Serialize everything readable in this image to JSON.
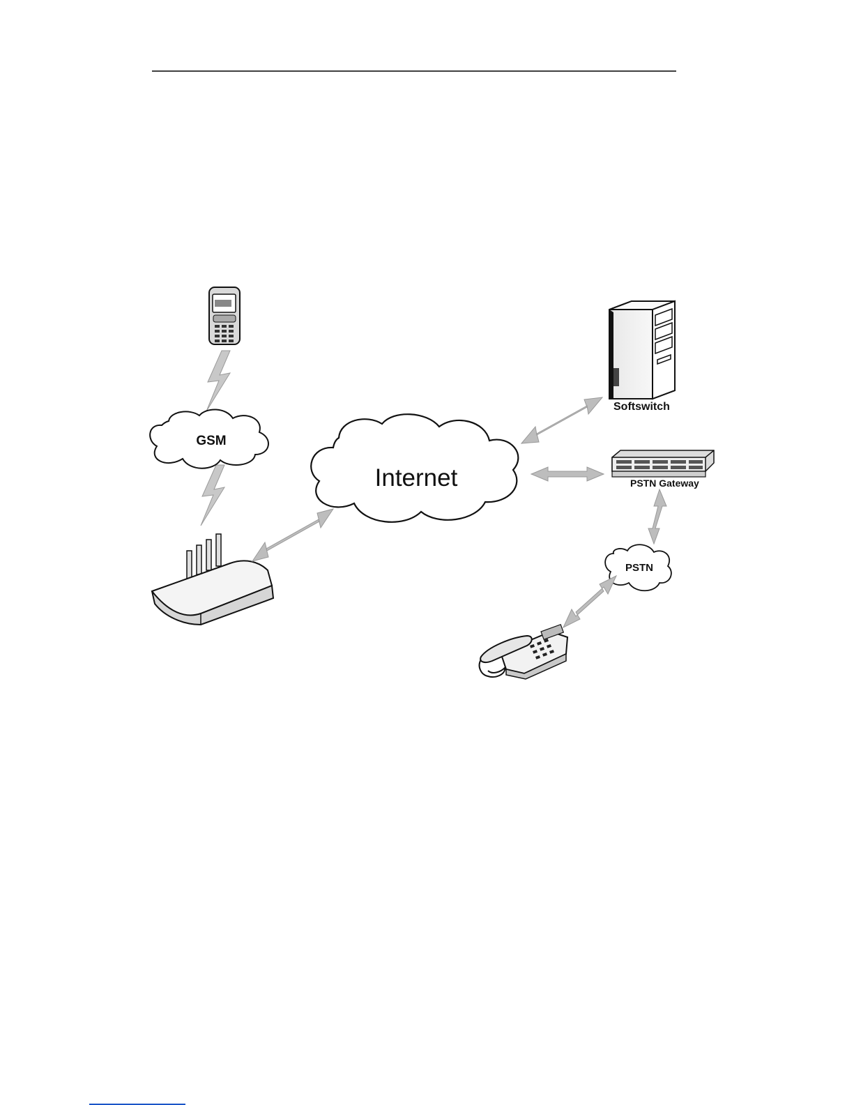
{
  "diagram": {
    "clouds": {
      "gsm": "GSM",
      "internet": "Internet",
      "pstn": "PSTN"
    },
    "devices": {
      "softswitch": "Softswitch",
      "pstn_gateway": "PSTN Gateway"
    },
    "colors": {
      "arrow": "#bdbdbd",
      "bolt": "#c8c8c8",
      "line": "#000000"
    }
  }
}
